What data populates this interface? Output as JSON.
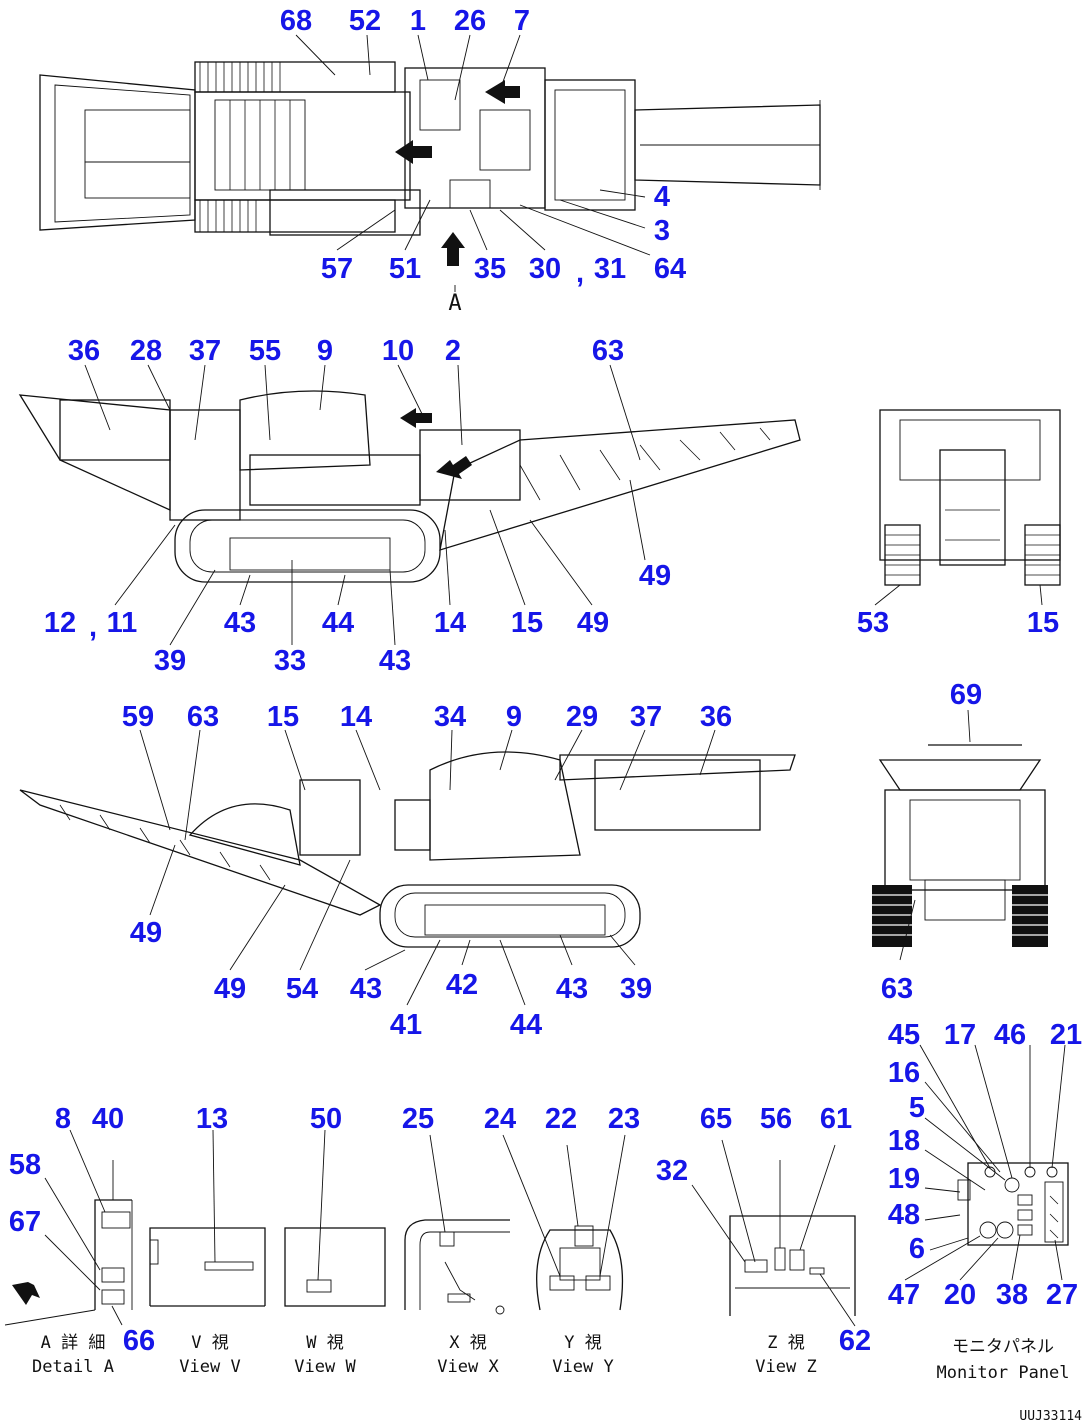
{
  "numbers": {
    "top": [
      "68",
      "52",
      "1",
      "26",
      "7",
      "4",
      "3",
      "57",
      "51",
      "35",
      "30",
      ",",
      "31",
      "64",
      "A"
    ],
    "side": [
      "36",
      "28",
      "37",
      "55",
      "9",
      "10",
      "2",
      "63",
      "49",
      "12",
      ",",
      "11",
      "39",
      "43",
      "33",
      "44",
      "43",
      "14",
      "15",
      "49"
    ],
    "front": [
      "53",
      "15"
    ],
    "side2": [
      "59",
      "63",
      "15",
      "14",
      "34",
      "9",
      "29",
      "37",
      "36",
      "49",
      "49",
      "54",
      "43",
      "41",
      "42",
      "44",
      "43",
      "39"
    ],
    "rear": [
      "69",
      "63"
    ],
    "views": [
      "8",
      "40",
      "58",
      "67",
      "66",
      "13",
      "50",
      "25",
      "24",
      "22",
      "23",
      "32",
      "65",
      "56",
      "61",
      "62"
    ],
    "monitor": [
      "45",
      "17",
      "46",
      "21",
      "16",
      "5",
      "18",
      "19",
      "48",
      "6",
      "47",
      "20",
      "38",
      "27"
    ]
  },
  "captions": {
    "detail_a_jp": "A 詳 細",
    "detail_a": "Detail A",
    "view_v_jp": "V 視",
    "view_v": "View V",
    "view_w_jp": "W 視",
    "view_w": "View W",
    "view_x_jp": "X 視",
    "view_x": "View X",
    "view_y_jp": "Y 視",
    "view_y": "View Y",
    "view_z_jp": "Z 視",
    "view_z": "View Z",
    "monitor_jp": "モニタパネル",
    "monitor": "Monitor Panel",
    "drawing_code": "UUJ33114"
  },
  "colors": {
    "callout": "#1616e8",
    "line": "#111111"
  }
}
